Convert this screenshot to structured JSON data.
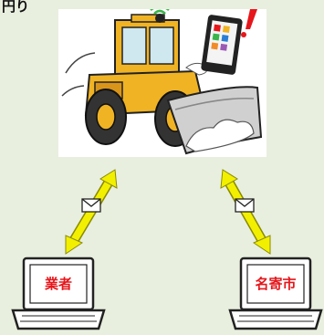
{
  "corner_text": "円り",
  "laptops": [
    {
      "label": "業者"
    },
    {
      "label": "名寄市"
    }
  ],
  "colors": {
    "background": "#e9efdf",
    "arrow": "#f2f000",
    "loader_body": "#f0b323",
    "label": "#e6161b",
    "exclamation": "#e6161b",
    "signal": "#39b54a"
  },
  "icons": [
    "wheel-loader-illustration",
    "tablet-icon",
    "exclamation-icon",
    "signal-icon",
    "envelope-icon",
    "laptop-icon",
    "double-arrow"
  ]
}
